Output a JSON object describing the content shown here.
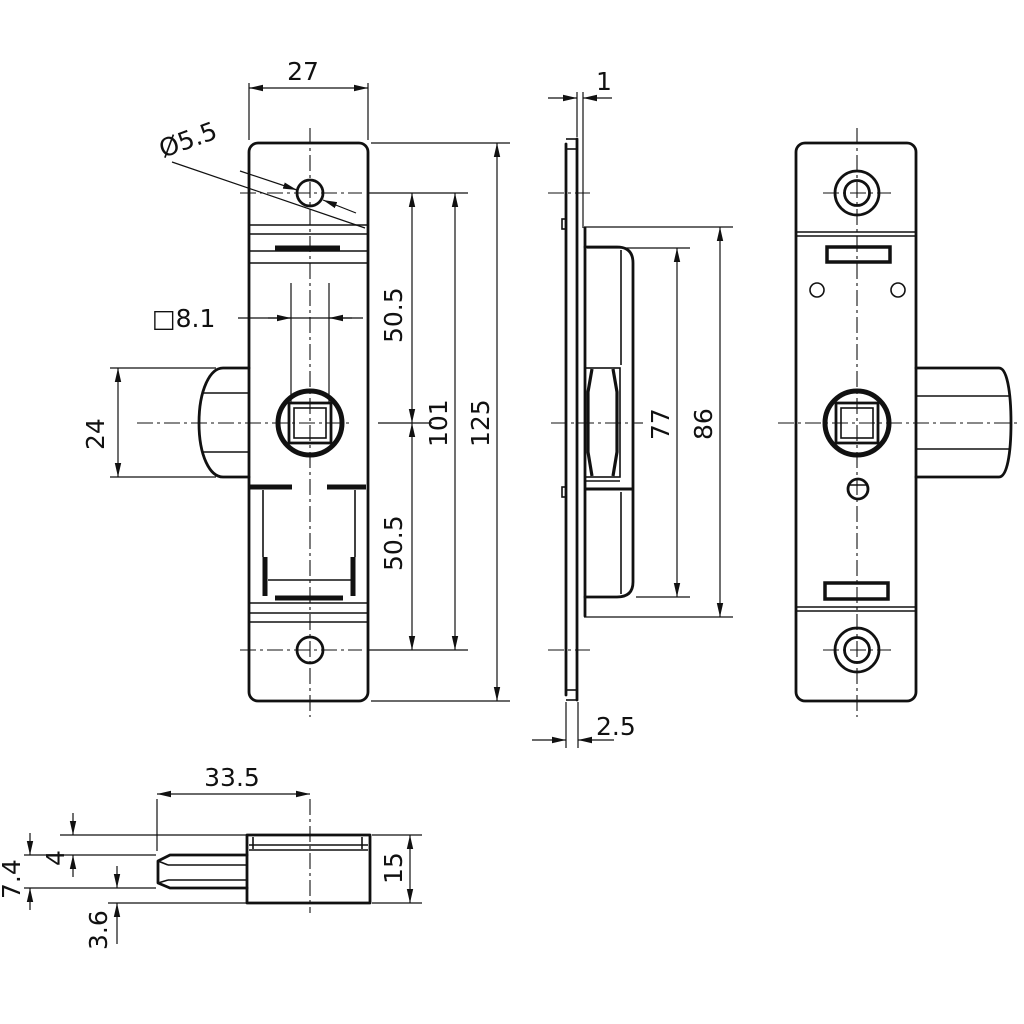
{
  "drawing": {
    "title": "Mortise latch lock technical drawing, four orthographic views",
    "background_color": "#ffffff",
    "line_color": "#111111"
  },
  "labels": {
    "front_width": "27",
    "front_hole_dia": "Ø5.5",
    "front_square": "□8.1",
    "front_latch_height": "24",
    "front_upper_span": "50.5",
    "front_lower_span": "50.5",
    "front_hole_span": "101",
    "front_total_height": "125",
    "side_plate_offset": "1",
    "side_case_inner_height": "77",
    "side_case_outer_height": "86",
    "side_plate_thickness": "2.5",
    "bottom_backset": "33.5",
    "bottom_latch_thickness": "7.4",
    "bottom_top_offset": "4",
    "bottom_bottom_offset": "3.6",
    "bottom_case_depth": "15"
  }
}
